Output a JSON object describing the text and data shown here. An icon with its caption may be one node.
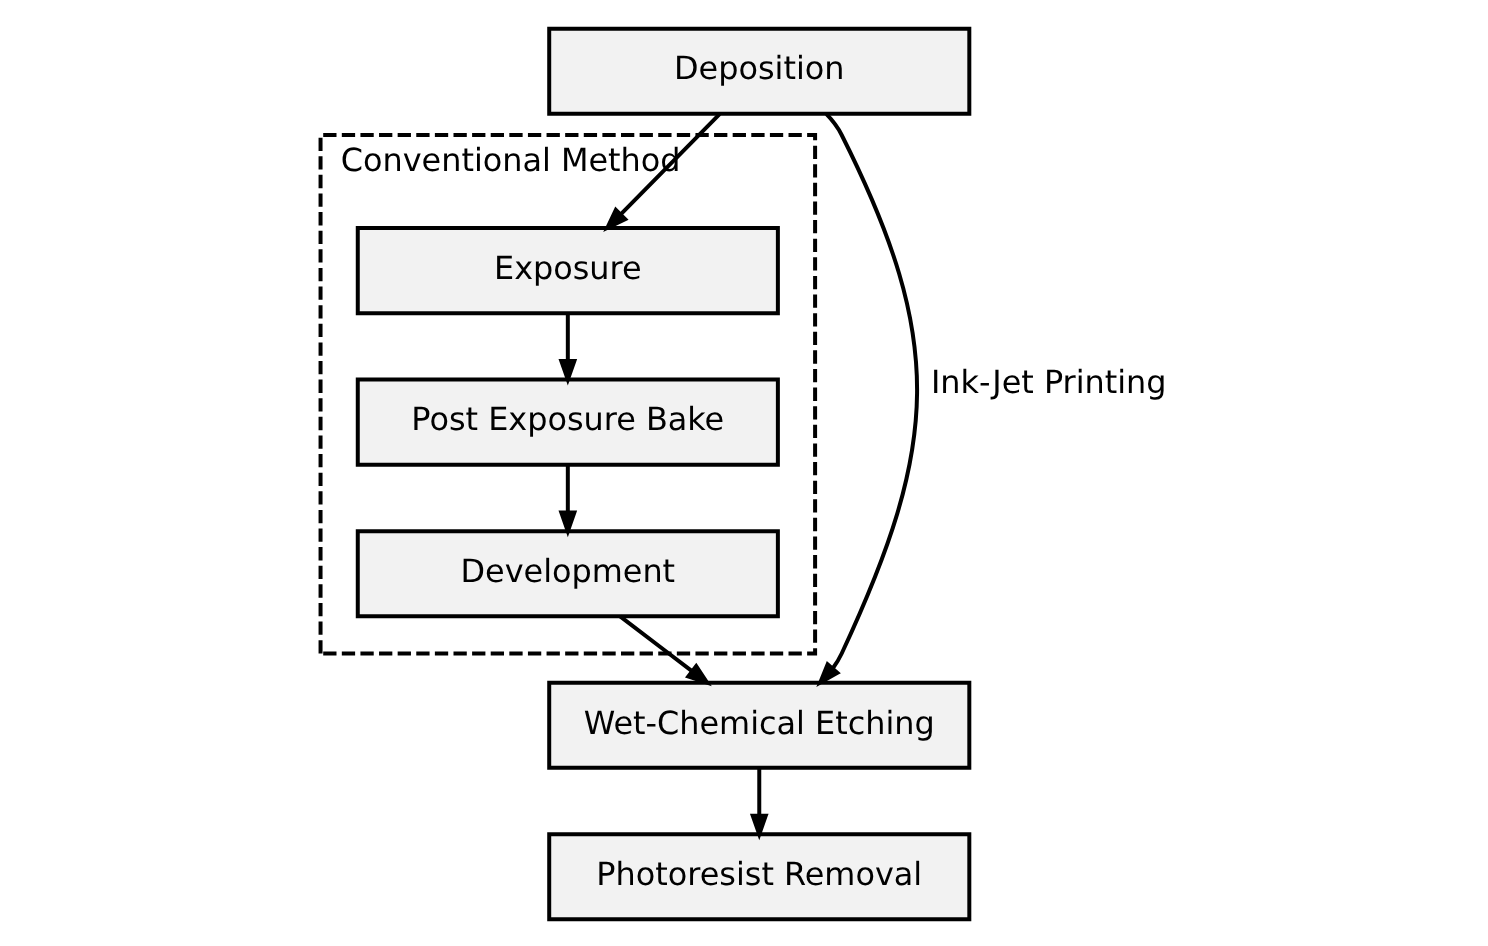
{
  "diagram": {
    "nodes": [
      {
        "text": [
          "Conventional Method"
        ]
      },
      {
        "text": [
          "Deposition"
        ]
      },
      {
        "text": [
          "Exposure"
        ],
        "in": 0
      },
      {
        "text": [
          "Post Exposure Bake"
        ],
        "in": 0
      },
      {
        "text": [
          "Development"
        ],
        "in": 0
      },
      {
        "text": [
          "Wet-Chemical Etching"
        ]
      },
      {
        "text": [
          "Photoresist Removal"
        ]
      }
    ],
    "edges": [
      {
        "from": 1,
        "to": 2,
        "arrow": "to"
      },
      {
        "from": 2,
        "to": 3,
        "arrow": "to"
      },
      {
        "from": 3,
        "to": 4,
        "arrow": "to"
      },
      {
        "from": 4,
        "to": 5,
        "arrow": "to"
      },
      {
        "from": 1,
        "to": 5,
        "arrow": "to",
        "label": "Ink-Jet Printing"
      },
      {
        "from": 5,
        "to": 6,
        "arrow": "to"
      }
    ]
  }
}
